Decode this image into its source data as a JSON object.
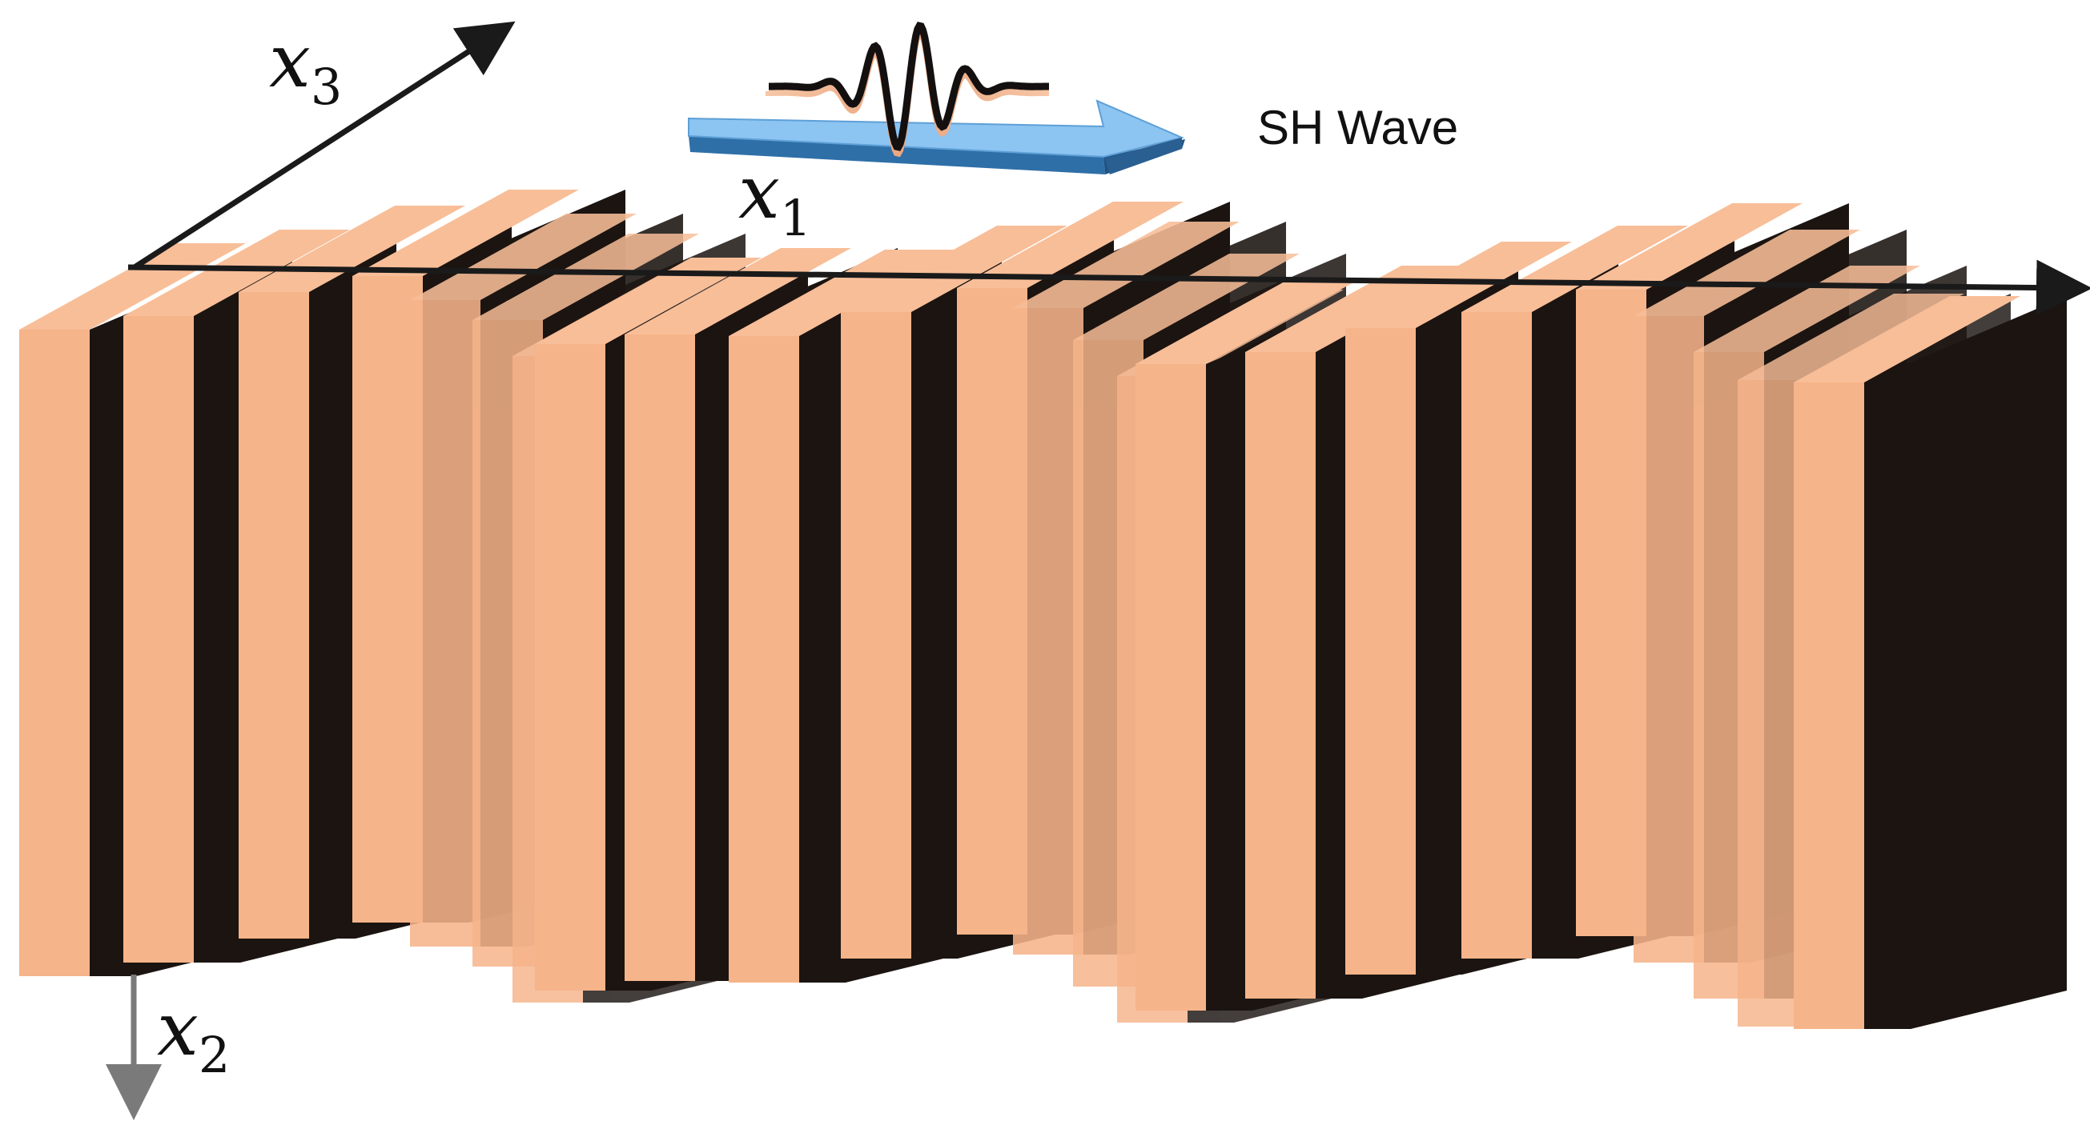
{
  "labels": {
    "x1_var": "x",
    "x1_sub": "1",
    "x2_var": "x",
    "x2_sub": "2",
    "x3_var": "x",
    "x3_sub": "3",
    "wave": "SH Wave"
  },
  "colors": {
    "layer_face": "#F6B48A",
    "layer_top": "#F8BE98",
    "layer_dark": "#1B1411",
    "arrow_blue": "#8CC4F2",
    "arrow_edge": "#2E6FA8",
    "axis": "#1A1A1A",
    "axis_x2": "#7A7A7A"
  },
  "icons": [
    "wave-packet-icon",
    "propagation-arrow-icon"
  ]
}
